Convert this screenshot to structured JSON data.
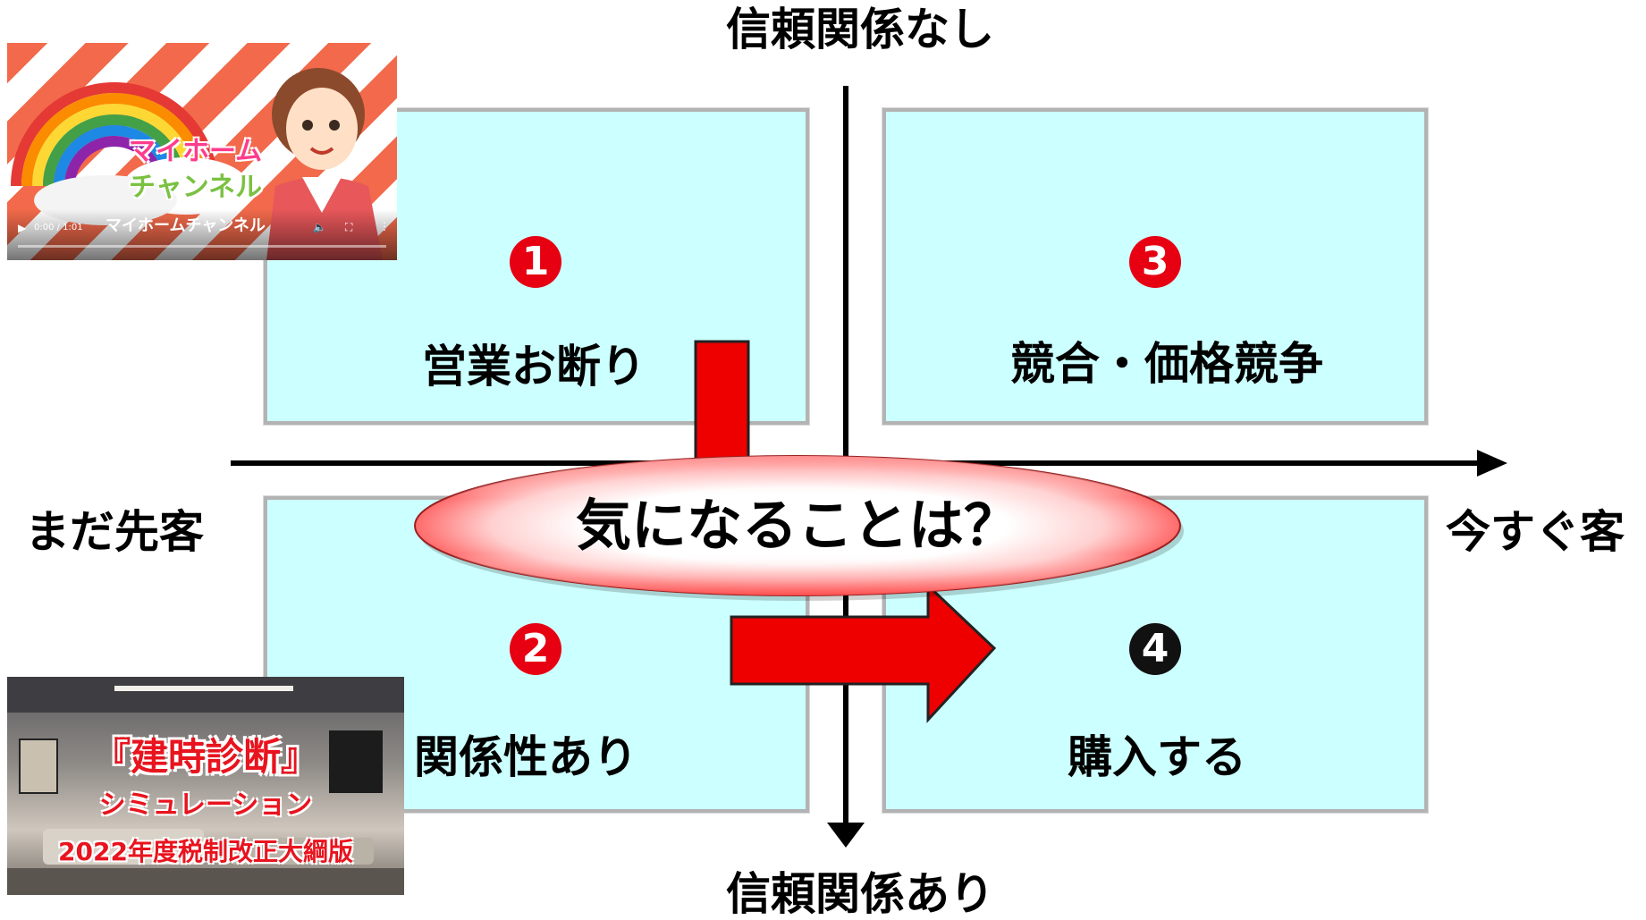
{
  "axes": {
    "top": "信頼関係なし",
    "bottom": "信頼関係あり",
    "left": "まだ先客",
    "right": "今すぐ客"
  },
  "quadrants": [
    {
      "number": "1",
      "label": "営業お断り",
      "badge_color": "#e60012"
    },
    {
      "number": "2",
      "label": "関係性あり",
      "badge_color": "#e60012"
    },
    {
      "number": "3",
      "label": "競合・価格競争",
      "badge_color": "#e60012"
    },
    {
      "number": "4",
      "label": "購入する",
      "badge_color": "#111111"
    }
  ],
  "center_ellipse": {
    "text": "気になることは？"
  },
  "colors": {
    "quadrant_fill": "#ccffff",
    "arrow_red": "#ee0000",
    "axis": "#000000"
  },
  "video_thumbnail": {
    "logo_line1": "マイホーム",
    "logo_line2": "チャンネル",
    "caption": "マイホームチャンネル",
    "time": "0:00 / 1:01"
  },
  "sim_thumbnail": {
    "title": "『建時診断』",
    "subtitle": "シミュレーション",
    "edition": "2022年度税制改正大綱版"
  }
}
